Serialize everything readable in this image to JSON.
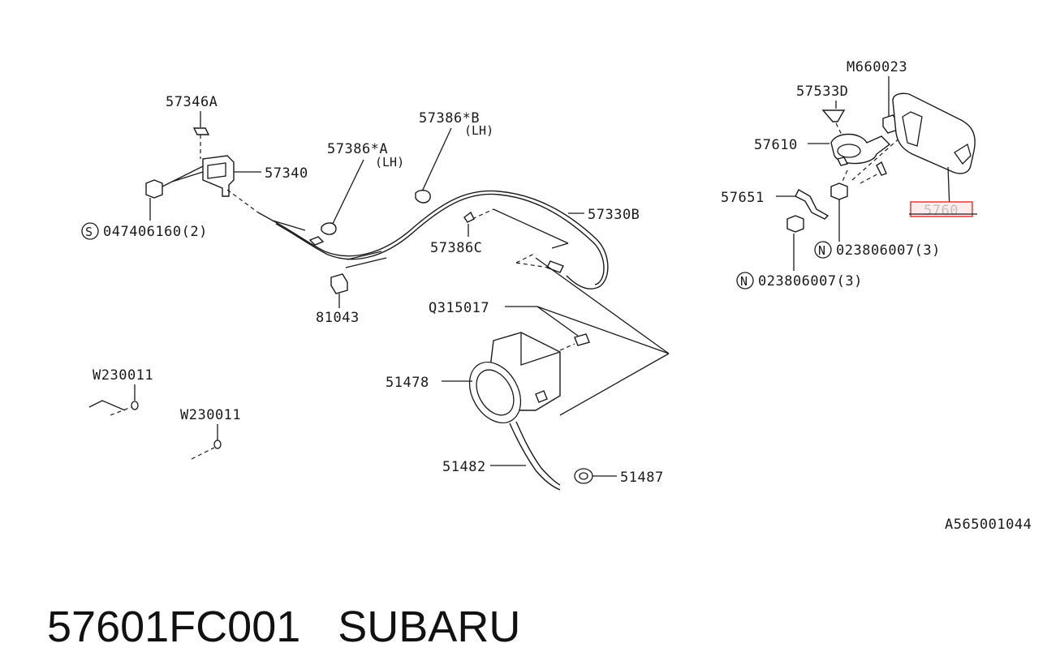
{
  "labels": {
    "p57346A": "57346A",
    "p57340": "57340",
    "s_mark": "S",
    "p047406160": "047406160(2)",
    "p57386A": "57386*A",
    "p57386A_lh": "(LH)",
    "p57386B": "57386*B",
    "p57386B_lh": "(LH)",
    "p57330B": "57330B",
    "p57386C": "57386C",
    "p81043": "81043",
    "pQ315017": "Q315017",
    "p51478": "51478",
    "p51482": "51482",
    "p51487": "51487",
    "pW230011_a": "W230011",
    "pW230011_b": "W230011",
    "pM660023": "M660023",
    "p57533D": "57533D",
    "p57610": "57610",
    "p57651": "57651",
    "p5760": "5760",
    "n_mark_a": "N",
    "p023806007_a": "023806007(3)",
    "n_mark_b": "N",
    "p023806007_b": "023806007(3)",
    "diagram_code": "A565001044"
  },
  "footer": {
    "part_number": "57601FC001",
    "brand": "SUBARU"
  },
  "colors": {
    "highlight_box": "#e53935",
    "highlight_fill": "#fdecec",
    "ink": "#1a1a1a"
  }
}
